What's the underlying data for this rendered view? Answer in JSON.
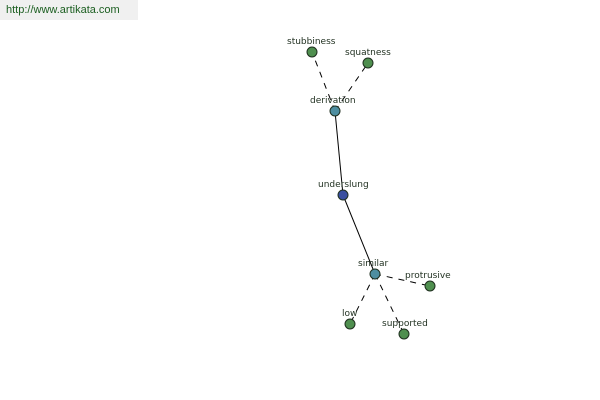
{
  "url": "http://www.artikata.com",
  "colors": {
    "root": "#3a4fa0",
    "hub": "#4e8ea0",
    "leaf": "#4f8f4f"
  },
  "nodes": {
    "stubbiness": "stubbiness",
    "squatness": "squatness",
    "derivation": "derivation",
    "underslung": "underslung",
    "similar": "similar",
    "protrusive": "protrusive",
    "low": "low",
    "supported": "supported"
  }
}
